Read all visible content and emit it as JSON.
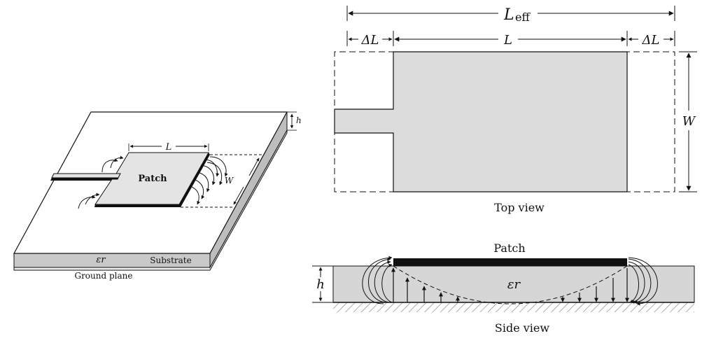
{
  "colors": {
    "patch_fill": "#dddddd",
    "substrate_fill": "#cfcfcf",
    "conductor": "#111111",
    "line": "#111111",
    "hatch": "#777777"
  },
  "perspective": {
    "patch_label": "Patch",
    "length_label": "L",
    "width_label": "W",
    "height_label": "h",
    "permittivity_label": "εr",
    "substrate_label": "Substrate",
    "ground_label": "Ground plane"
  },
  "top_view": {
    "leff_label": "L",
    "leff_subscript": "eff",
    "delta_l_left": "ΔL",
    "length_label": "L",
    "delta_l_right": "ΔL",
    "width_label": "W",
    "caption": "Top view"
  },
  "side_view": {
    "patch_label": "Patch",
    "height_label": "h",
    "permittivity_label": "εr",
    "caption": "Side view"
  }
}
